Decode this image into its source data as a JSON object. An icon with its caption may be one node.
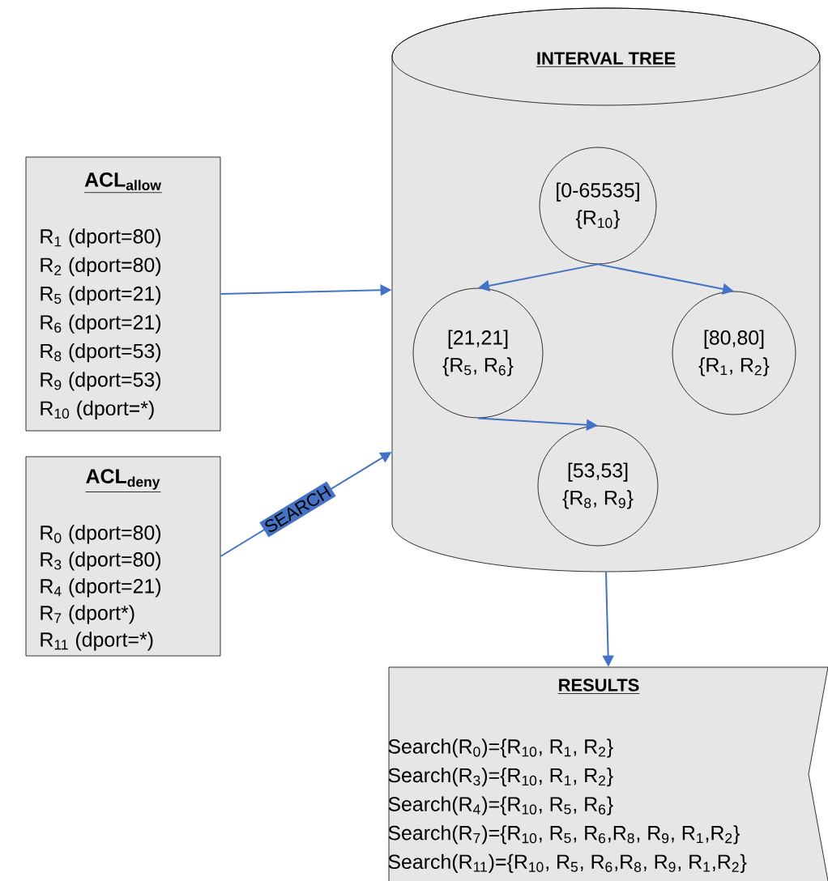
{
  "diagram": {
    "nodes": [
      {
        "text": [
          "ACL$_{allow}$",
          "R$_{1}$ (dport=80)",
          "R$_{2}$ (dport=80)",
          "R$_{5}$ (dport=21)",
          "R$_{6}$ (dport=21)",
          "R$_{8}$ (dport=53)",
          "R$_{9}$ (dport=53)",
          "R$_{10}$ (dport=*)"
        ]
      },
      {
        "text": [
          "ACL$_{deny}$",
          "R$_{0}$ (dport=80)",
          "R$_{3}$ (dport=80)",
          "R$_{4}$ (dport=21)",
          "R$_{7}$ (dport*)",
          "R$_{11}$ (dport=*)"
        ]
      },
      {
        "text": [
          "INTERVAL TREE"
        ]
      },
      {
        "text": [
          "[0-65535]",
          "{R$_{10}$}"
        ],
        "in": 2
      },
      {
        "text": [
          "[21,21]",
          "{R$_{5}$, R$_{6}$}"
        ],
        "in": 2
      },
      {
        "text": [
          "[80,80]",
          "{R$_{1}$, R$_{2}$}"
        ],
        "in": 2
      },
      {
        "text": [
          "[53,53]",
          "{R$_{8}$, R$_{9}$}"
        ],
        "in": 2
      },
      {
        "text": [
          "RESULTS",
          "Search(R$_{0}$)={R$_{10}$, R$_{1}$, R$_{2}$}",
          "Search(R$_{3}$)={R$_{10}$, R$_{1}$, R$_{2}$}",
          "Search(R$_{4}$)={R$_{10}$, R$_{5}$, R$_{6}$}",
          "Search(R$_{7}$)={R$_{10}$, R$_{5}$, R$_{6}$,R$_{8}$, R$_{9}$, R$_{1}$,R$_{2}$}",
          "Search(R$_{11}$)={R$_{10}$, R$_{5}$, R$_{6}$,R$_{8}$, R$_{9}$, R$_{1}$,R$_{2}$}"
        ]
      }
    ],
    "edges": [
      {
        "from": 0,
        "to": 2,
        "arrow": "to"
      },
      {
        "from": 1,
        "to": 2,
        "arrow": "to",
        "label": "SEARCH"
      },
      {
        "from": 3,
        "to": 4,
        "arrow": "to"
      },
      {
        "from": 3,
        "to": 5,
        "arrow": "to"
      },
      {
        "from": 4,
        "to": 6,
        "arrow": "to"
      },
      {
        "from": 2,
        "to": 7,
        "arrow": "to"
      }
    ]
  }
}
